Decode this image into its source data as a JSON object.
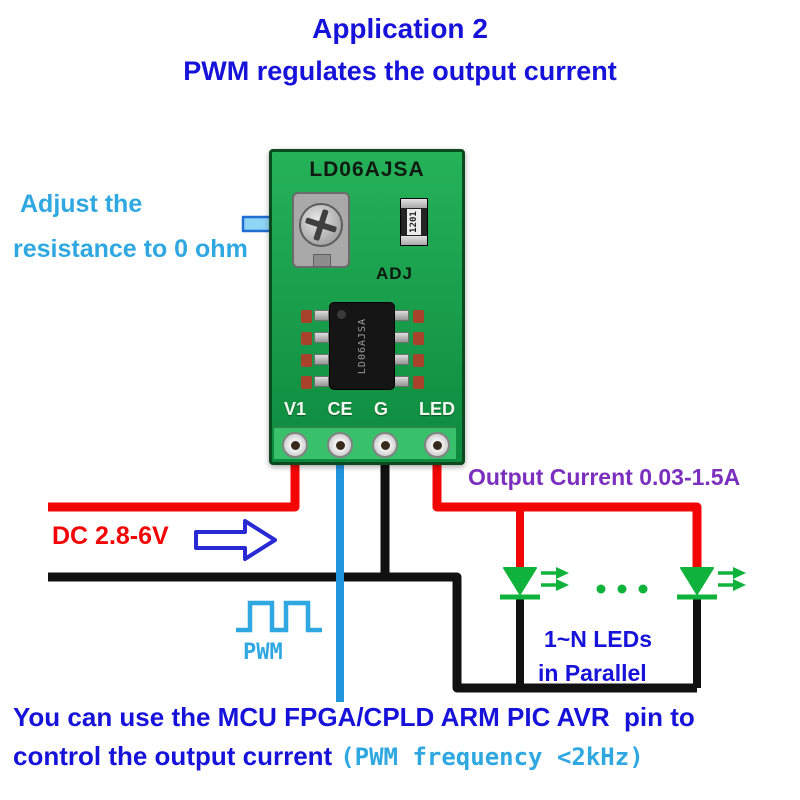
{
  "title": {
    "line1": "Application 2",
    "line2": "PWM regulates the output current"
  },
  "left_note": {
    "line1": "Adjust the",
    "line2": "resistance to 0 ohm"
  },
  "input": {
    "label": "DC 2.8-6V"
  },
  "output": {
    "label": "Output Current 0.03-1.5A"
  },
  "pwm": {
    "label": "PWM"
  },
  "leds": {
    "line1": "1~N LEDs",
    "line2": "in Parallel"
  },
  "footer": {
    "line1": "You can use the MCU FPGA/CPLD ARM PIC AVR  pin to",
    "line2_blue": "control the output current",
    "line2_cyan": "(PWM frequency <2kHz)"
  },
  "module": {
    "board_label": "LD06AJSA",
    "adj_label": "ADJ",
    "resistor_label": "1201",
    "chip_marking": "LD06AJSA",
    "pins": [
      "V1",
      "CE",
      "G",
      "LED"
    ]
  },
  "colors": {
    "title_blue": "#1712d9",
    "cyan": "#2fa8e1",
    "red": "#f30505",
    "purple": "#7b2fbe",
    "wire_black": "#111111",
    "wire_blue": "#2196dc",
    "led_green": "#0fb33c",
    "pcb_green": "#25b259",
    "pcb_green_dark": "#0d8a3e",
    "pcb_strip": "#39c06a",
    "pcb_border": "#0b4a1f",
    "adjust_arrow_fill": "#8fd4f4",
    "adjust_arrow_stroke": "#1f6fd2",
    "dc_arrow_stroke": "#2a2ad4"
  }
}
